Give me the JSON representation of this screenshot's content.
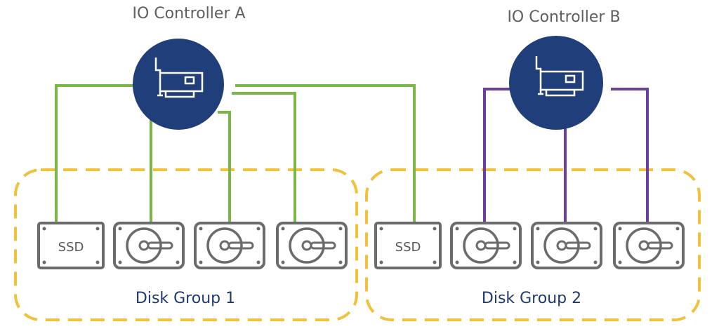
{
  "controllers": [
    {
      "label": "IO Controller A",
      "color": "#203f7a"
    },
    {
      "label": "IO Controller B",
      "color": "#203f7a"
    }
  ],
  "groups": [
    {
      "label": "Disk Group 1",
      "border_color": "#f0c23b"
    },
    {
      "label": "Disk Group 2",
      "border_color": "#f0c23b"
    }
  ],
  "disks": {
    "ssd_label": "SSD",
    "group1": [
      "SSD",
      "HDD",
      "HDD",
      "HDD"
    ],
    "group2": [
      "SSD",
      "HDD",
      "HDD",
      "HDD"
    ]
  },
  "connections": {
    "controller_a_color": "#7ab648",
    "controller_b_color": "#6b3fa0"
  },
  "icons": {
    "controller": "pcie-card-icon",
    "ssd": "ssd-drive-icon",
    "hdd": "hard-disk-drive-icon"
  }
}
